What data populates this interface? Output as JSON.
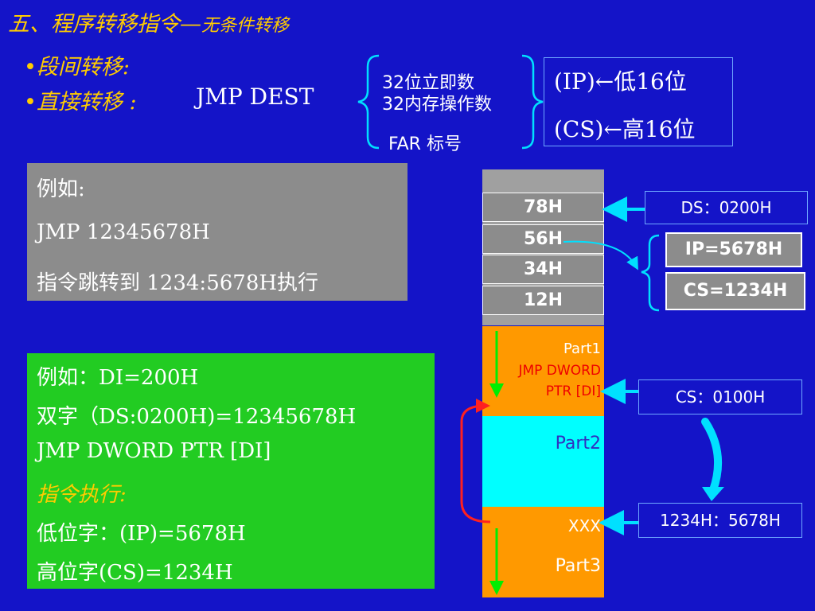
{
  "title": {
    "main": "五、程序转移指令",
    "dash": "—",
    "sub": "无条件转移"
  },
  "bullets": [
    {
      "dot": "•",
      "text": "段间转移:"
    },
    {
      "dot": "•",
      "text": "直接转移 :"
    }
  ],
  "instruction": "JMP   DEST",
  "operand_options": [
    "32位立即数",
    "32内存操作数",
    "FAR 标号"
  ],
  "ipcs": {
    "ip_reg": "(IP)",
    "ip_arrow": "←",
    "ip_text": "低16位",
    "cs_reg": "(CS)",
    "cs_arrow": "←",
    "cs_text": "高16位"
  },
  "example1": {
    "lines": [
      "例如:",
      "JMP   12345678H",
      "指令跳转到 1234:5678H执行"
    ]
  },
  "example2": {
    "lines": [
      "例如：DI=200H",
      "双字（DS:0200H)=12345678H",
      "JMP    DWORD PTR [DI]"
    ],
    "note": "指令执行:",
    "results": [
      "低位字：(IP)=5678H",
      "高位字(CS)=1234H"
    ]
  },
  "memory_cells": [
    "78H",
    "56H",
    "34H",
    "12H"
  ],
  "segments": {
    "part1": {
      "name": "Part1",
      "code_line1": "JMP DWORD",
      "code_line2": "PTR [DI]"
    },
    "part2": {
      "name": "Part2"
    },
    "part3": {
      "marker": "XXX",
      "name": "Part3"
    }
  },
  "registers": {
    "ds": "DS：0200H",
    "ip": "IP=5678H",
    "cs_new": "CS=1234H",
    "cs_old": "CS：0100H",
    "target": "1234H：5678H"
  },
  "colors": {
    "background": "#1414c8",
    "title": "#ffcc00",
    "orange_segment": "#ff9900",
    "cyan_segment": "#00ffff",
    "green_box": "#22cc22",
    "gray": "#8c8c8c"
  }
}
